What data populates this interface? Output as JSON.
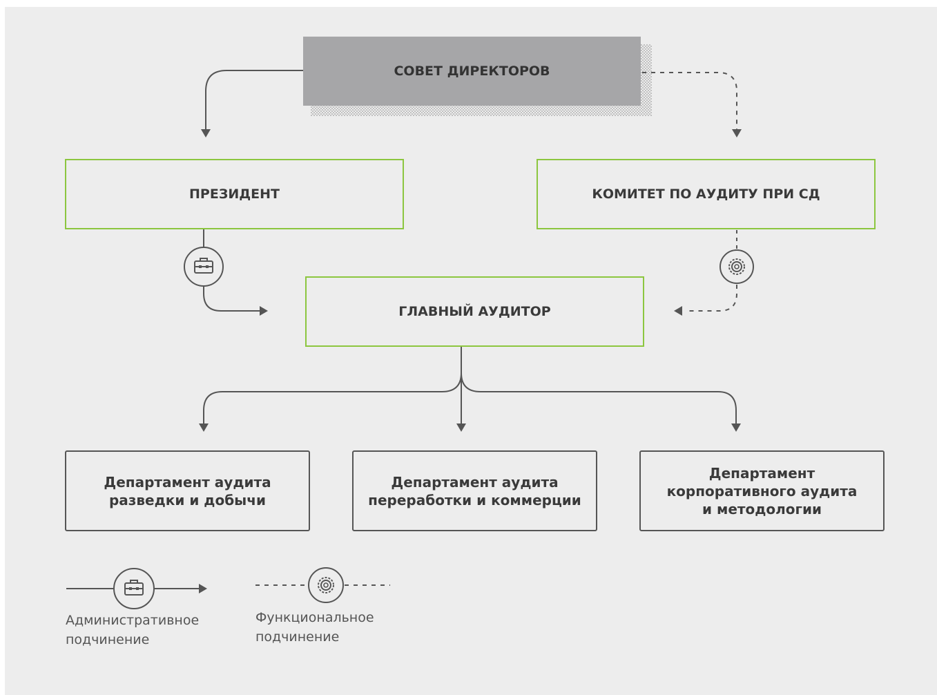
{
  "nodes": {
    "board": "СОВЕТ ДИРЕКТОРОВ",
    "president": "ПРЕЗИДЕНТ",
    "audit_committee": "КОМИТЕТ ПО АУДИТУ ПРИ СД",
    "chief_auditor": "ГЛАВНЫЙ АУДИТОР",
    "dept_exploration": "Департамент аудита\nразведки и добычи",
    "dept_refining": "Департамент аудита\nпереработки и коммерции",
    "dept_corporate": "Департамент\nкорпоративного аудита\nи методологии"
  },
  "legend": {
    "administrative": {
      "label": "Административное\nподчинение",
      "icon": "briefcase-icon"
    },
    "functional": {
      "label": "Функциональное\nподчинение",
      "icon": "gear-icon"
    }
  },
  "colors": {
    "background": "#ededed",
    "board_fill": "#a6a6a8",
    "accent_green": "#8cc63f",
    "line": "#555555"
  }
}
